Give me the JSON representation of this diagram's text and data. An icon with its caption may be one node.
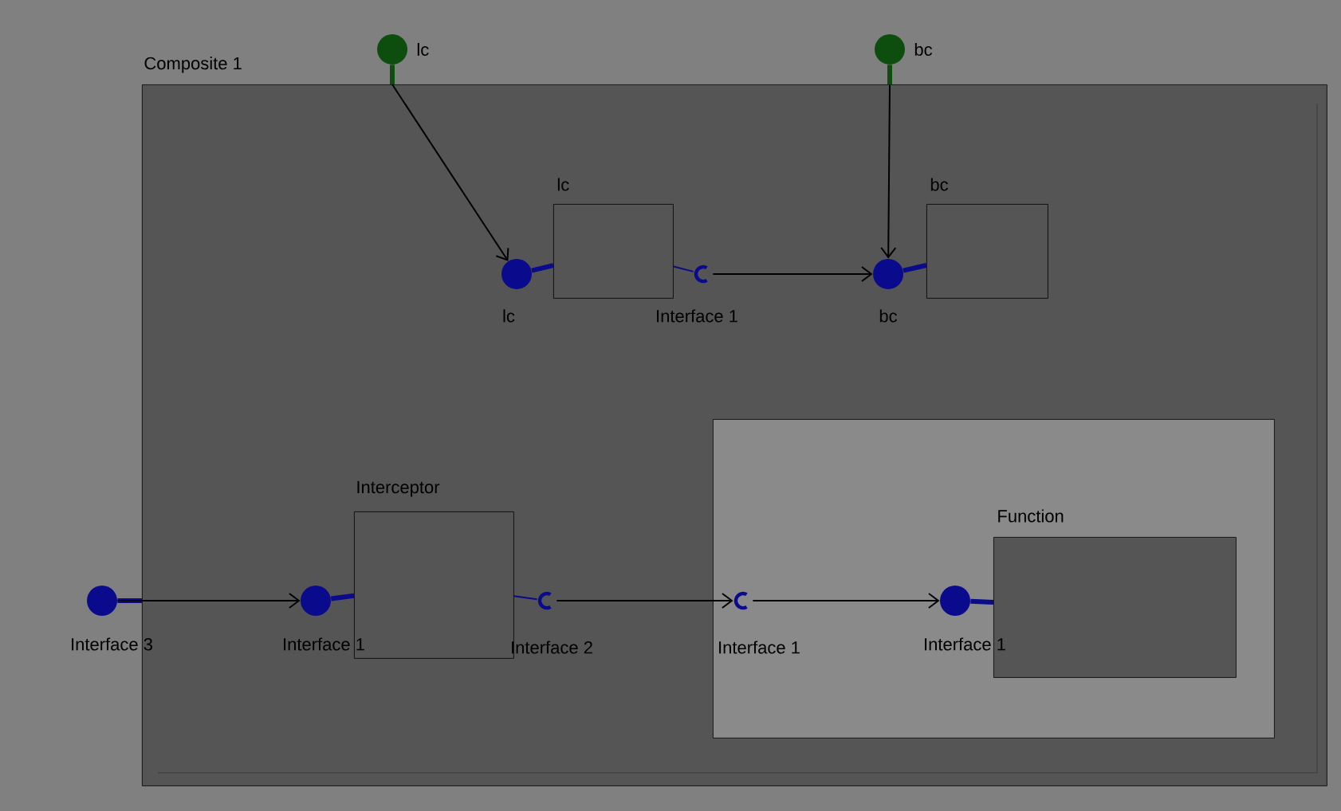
{
  "diagram": {
    "nodes": [
      {
        "text": [
          "Composite 1"
        ]
      },
      {
        "text": [],
        "shape": "circle"
      },
      {
        "text": [],
        "shape": "circle"
      },
      {
        "text": [
          "lc"
        ],
        "in": 0
      },
      {
        "text": [],
        "shape": "circle",
        "in": 0
      },
      {
        "text": [],
        "shape": "socket",
        "in": 0
      },
      {
        "text": [
          "bc"
        ],
        "in": 0
      },
      {
        "text": [],
        "shape": "circle",
        "in": 0
      },
      {
        "text": [],
        "shape": "circle"
      },
      {
        "text": [
          "Interceptor"
        ],
        "in": 0
      },
      {
        "text": [],
        "shape": "circle",
        "in": 0
      },
      {
        "text": [],
        "shape": "socket",
        "in": 0
      },
      {
        "text": [],
        "shape": "box",
        "in": 0
      },
      {
        "text": [],
        "shape": "socket",
        "in": 12
      },
      {
        "text": [
          "Function"
        ],
        "in": 12
      },
      {
        "text": [],
        "shape": "circle",
        "in": 12
      }
    ],
    "edges": [
      {
        "from": 1,
        "to": 0,
        "arrow": "none",
        "style": "thick",
        "color": "#0d4d0d"
      },
      {
        "from": 2,
        "to": 0,
        "arrow": "none",
        "style": "thick",
        "color": "#0d4d0d"
      },
      {
        "from": 4,
        "to": 3,
        "arrow": "none",
        "style": "thick"
      },
      {
        "from": 3,
        "to": 5,
        "arrow": "none"
      },
      {
        "from": 7,
        "to": 6,
        "arrow": "none",
        "style": "thick"
      },
      {
        "from": 8,
        "to": 0,
        "arrow": "none",
        "style": "thick"
      },
      {
        "from": 10,
        "to": 9,
        "arrow": "none",
        "style": "thick"
      },
      {
        "from": 9,
        "to": 11,
        "arrow": "none"
      },
      {
        "from": 15,
        "to": 14,
        "arrow": "none",
        "style": "thick"
      },
      {
        "from": 1,
        "to": 4,
        "arrow": "to",
        "color": "#000000"
      },
      {
        "from": 2,
        "to": 7,
        "arrow": "to",
        "color": "#000000"
      },
      {
        "from": 5,
        "to": 7,
        "arrow": "to",
        "color": "#000000"
      },
      {
        "from": 8,
        "to": 10,
        "arrow": "to",
        "color": "#000000"
      },
      {
        "from": 11,
        "to": 13,
        "arrow": "to",
        "color": "#000000"
      },
      {
        "from": 13,
        "to": 15,
        "arrow": "to",
        "color": "#000000"
      }
    ],
    "labels": [
      "lc",
      "bc",
      "lc",
      "Interface 1",
      "bc",
      "Interface 3",
      "Interface 1",
      "Interface 2",
      "Interface 1",
      "Interface 1"
    ]
  }
}
